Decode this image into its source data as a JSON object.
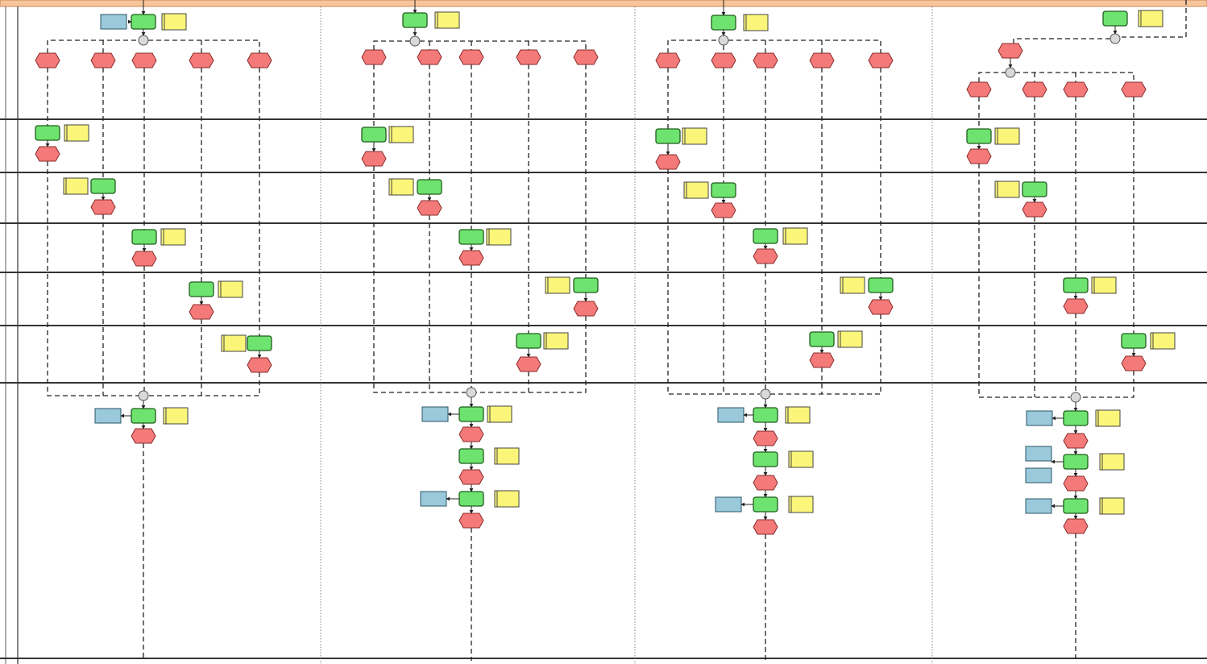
{
  "lanes": [
    {
      "id": "lane-1",
      "label": ""
    },
    {
      "id": "lane-2",
      "label": ""
    },
    {
      "id": "lane-3",
      "label": ""
    },
    {
      "id": "lane-4",
      "label": ""
    },
    {
      "id": "lane-5",
      "label": ""
    },
    {
      "id": "lane-6",
      "label": ""
    },
    {
      "id": "lane-7",
      "label": ""
    }
  ],
  "colors": {
    "header": "#f7c59a",
    "function": "#6fe36f",
    "event": "#f47a7a",
    "info": "#99c9da",
    "doc": "#fbf67a",
    "connector": "#d9d9d9",
    "line": "#222222"
  },
  "note": ""
}
